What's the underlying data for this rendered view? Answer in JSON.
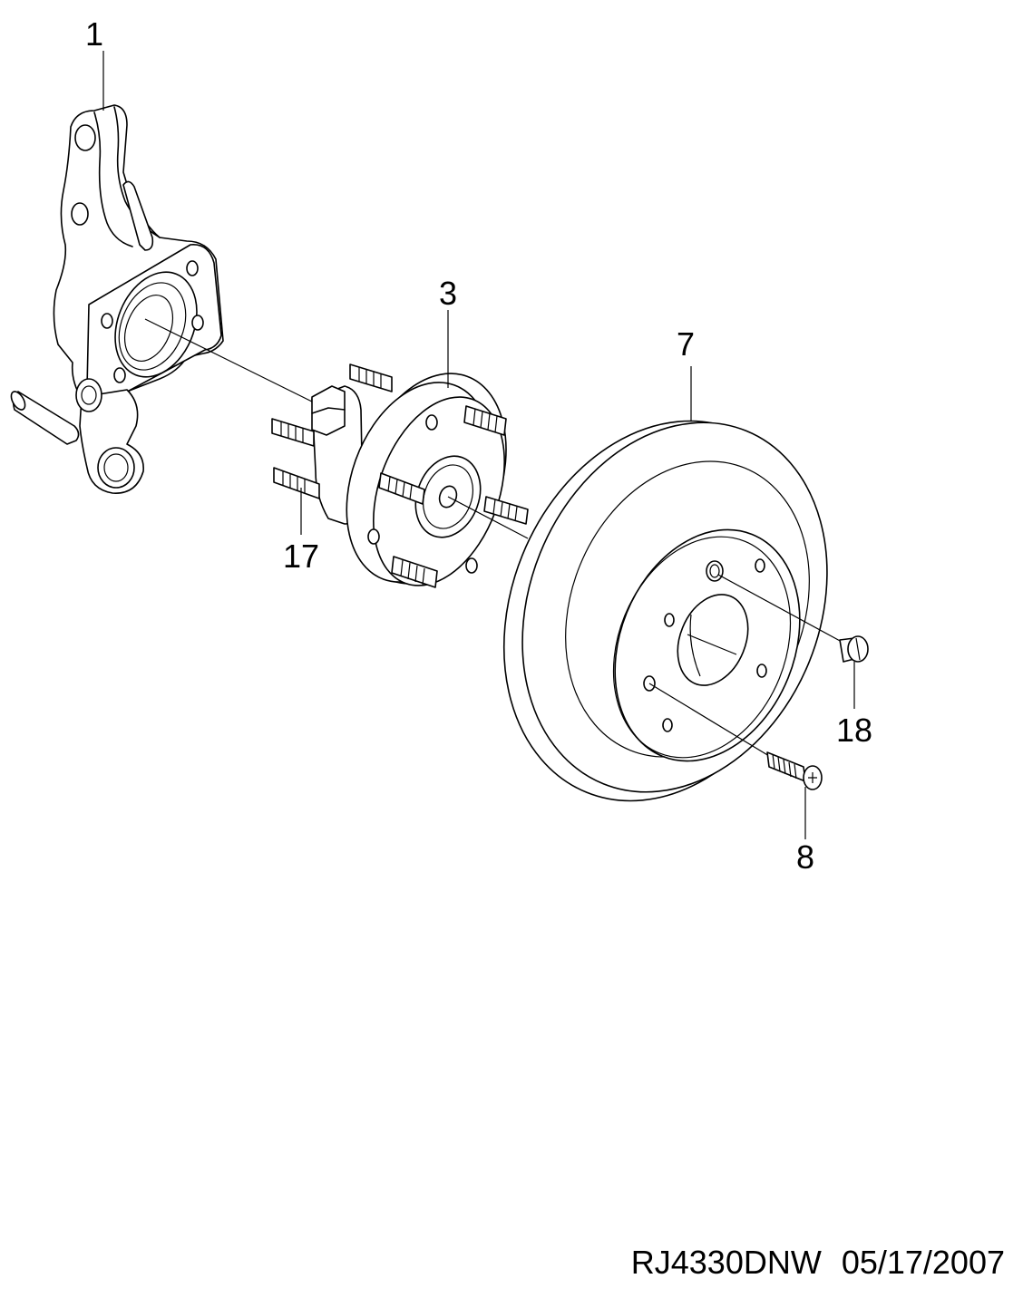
{
  "diagram": {
    "callouts": [
      {
        "id": "knuckle",
        "label": "1"
      },
      {
        "id": "hub-bearing",
        "label": "3"
      },
      {
        "id": "brake-disc",
        "label": "7"
      },
      {
        "id": "stud",
        "label": "17"
      },
      {
        "id": "plug",
        "label": "18"
      },
      {
        "id": "screw",
        "label": "8"
      }
    ]
  },
  "footer": {
    "code": "RJ4330DNW",
    "date": "05/17/2007"
  },
  "colors": {
    "line": "#000000",
    "background": "#ffffff"
  }
}
